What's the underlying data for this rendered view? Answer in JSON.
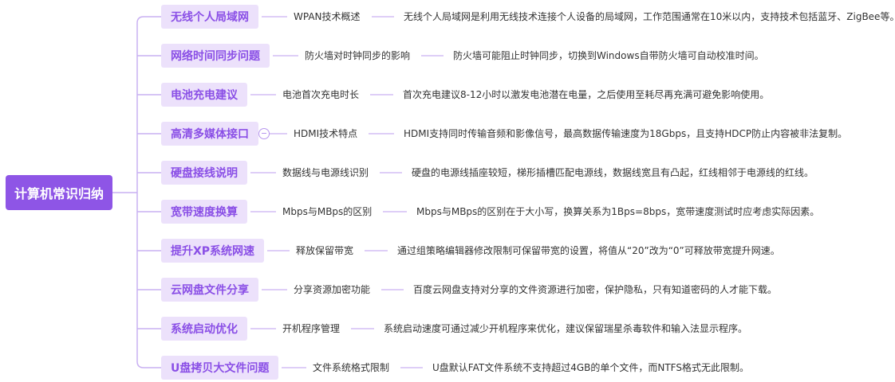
{
  "root": {
    "label": "计算机常识归纳"
  },
  "branches": [
    {
      "topic": "无线个人局域网",
      "sub": "WPAN技术概述",
      "desc": "无线个人局域网是利用无线技术连接个人设备的局域网，工作范围通常在10米以内，支持技术包括蓝牙、ZigBee等。"
    },
    {
      "topic": "网络时间同步问题",
      "sub": "防火墙对时钟同步的影响",
      "desc": "防火墙可能阻止时钟同步，切换到Windows自带防火墙可自动校准时间。"
    },
    {
      "topic": "电池充电建议",
      "sub": "电池首次充电时长",
      "desc": "首次充电建议8-12小时以激发电池潜在电量，之后使用至耗尽再充满可避免影响使用。"
    },
    {
      "topic": "高清多媒体接口",
      "sub": "HDMI技术特点",
      "desc": "HDMI支持同时传输音频和影像信号，最高数据传输速度为18Gbps，且支持HDCP防止内容被非法复制。",
      "collapse": true
    },
    {
      "topic": "硬盘接线说明",
      "sub": "数据线与电源线识别",
      "desc": "硬盘的电源线插座较短，梯形插槽匹配电源线，数据线宽且有凸起，红线相邻于电源线的红线。"
    },
    {
      "topic": "宽带速度换算",
      "sub": "Mbps与MBps的区别",
      "desc": "Mbps与MBps的区别在于大小写，换算关系为1Bps=8bps，宽带速度测试时应考虑实际因素。"
    },
    {
      "topic": "提升XP系统网速",
      "sub": "释放保留带宽",
      "desc": "通过组策略编辑器修改限制可保留带宽的设置，将值从“20”改为“0”可释放带宽提升网速。"
    },
    {
      "topic": "云网盘文件分享",
      "sub": "分享资源加密功能",
      "desc": "百度云网盘支持对分享的文件资源进行加密，保护隐私，只有知道密码的人才能下载。"
    },
    {
      "topic": "系统启动优化",
      "sub": "开机程序管理",
      "desc": "系统启动速度可通过减少开机程序来优化，建议保留瑞星杀毒软件和输入法显示程序。"
    },
    {
      "topic": "U盘拷贝大文件问题",
      "sub": "文件系统格式限制",
      "desc": "U盘默认FAT文件系统不支持超过4GB的单个文件，而NTFS格式无此限制。"
    }
  ],
  "colors": {
    "accent": "#8e55e6",
    "topic_bg": "#ece1fb",
    "topic_text": "#8a4fe6",
    "line": "#c9b0f2"
  }
}
